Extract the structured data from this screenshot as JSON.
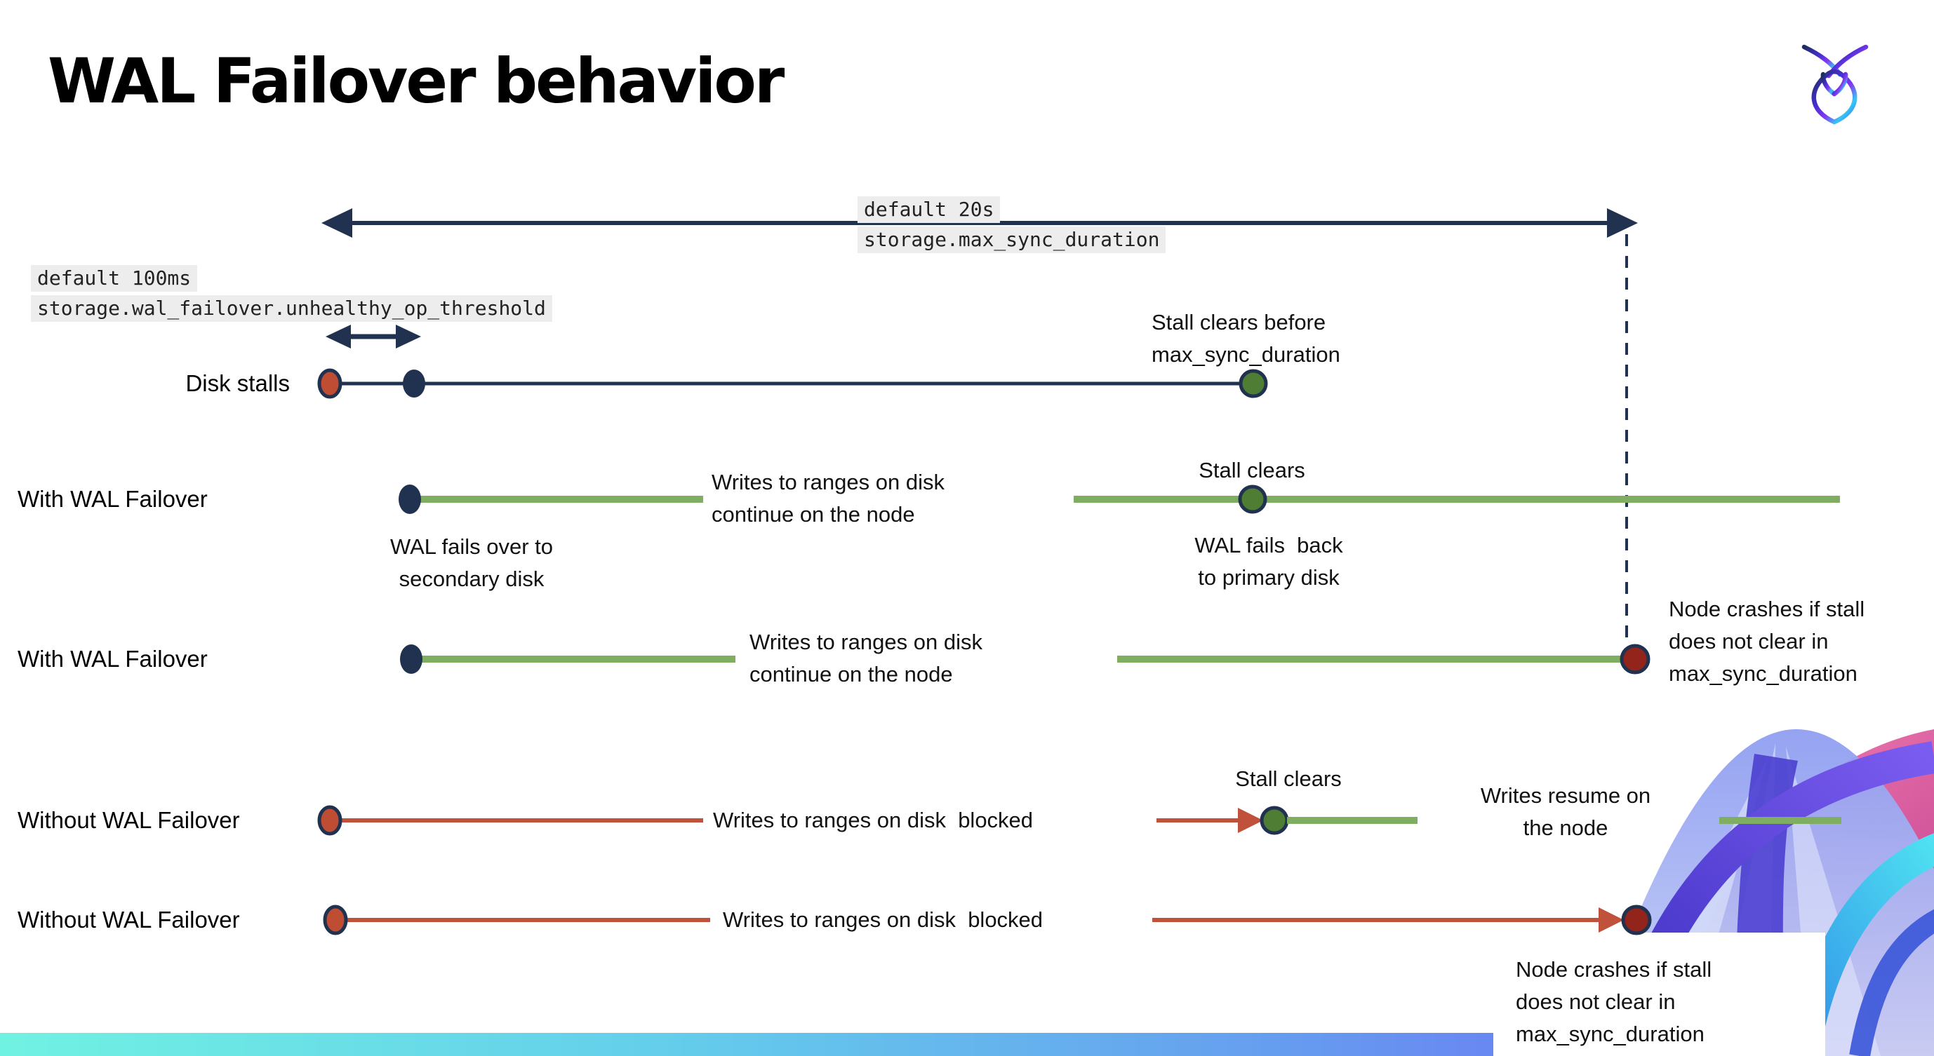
{
  "title": "WAL Failover behavior",
  "logo": "cockroachdb-logo",
  "settings": {
    "max_sync_duration": {
      "default_value": "default 20s",
      "name": "storage.max_sync_duration"
    },
    "unhealthy_op_threshold": {
      "default_value": "default 100ms",
      "name": "storage.wal_failover.unhealthy_op_threshold"
    }
  },
  "rows": {
    "disk_stalls": "Disk stalls",
    "with_wal_failover_1": "With WAL Failover",
    "with_wal_failover_2": "With WAL Failover",
    "without_wal_failover_1": "Without WAL Failover",
    "without_wal_failover_2": "Without WAL Failover"
  },
  "annotations": {
    "stall_clears_before": "Stall clears before\nmax_sync_duration",
    "wal_fails_over": "WAL fails over to\nsecondary disk",
    "writes_continue_1": "Writes to ranges on disk\ncontinue on the node",
    "stall_clears_1": "Stall clears",
    "wal_fails_back": "WAL fails  back\nto primary disk",
    "writes_continue_2": "Writes to ranges on disk\ncontinue on the node",
    "node_crashes_1": "Node crashes if stall\ndoes not clear in\nmax_sync_duration",
    "writes_blocked_1": "Writes to ranges on disk  blocked",
    "stall_clears_2": "Stall clears",
    "writes_resume": "Writes resume on\nthe node",
    "writes_blocked_2": "Writes to ranges on disk  blocked",
    "node_crashes_2": "Node crashes if stall\ndoes not clear in\nmax_sync_duration"
  },
  "colors": {
    "navy": "#20324f",
    "green_line": "#7fae63",
    "green_dot": "#4e7d33",
    "red_line": "#c0513a",
    "red_dot": "#bf4d33",
    "crash_red": "#93241c",
    "label_bg": "#ededed",
    "bar_gradient_left": "#70f2e2",
    "bar_gradient_mid": "#64cdeb",
    "bar_gradient_right": "#6c5cf6"
  }
}
